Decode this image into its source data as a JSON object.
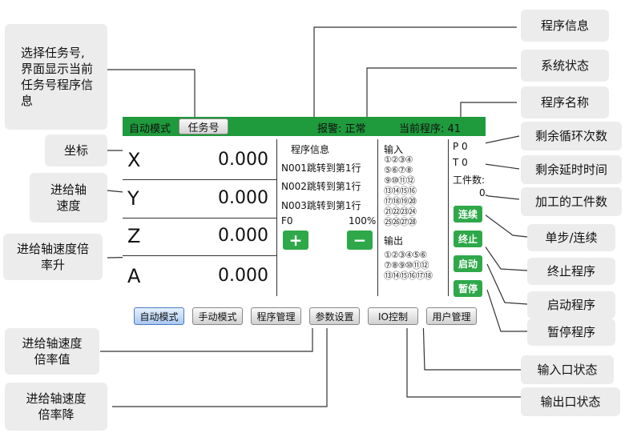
{
  "callouts": {
    "task_select": "选择任务号,界面显示当前任务号程序信息",
    "coordinates": "坐标",
    "feed_speed": "进给轴速度",
    "feed_ratio_up": "进给轴速度倍率升",
    "feed_ratio_value": "进给轴速度倍率值",
    "feed_ratio_down": "进给轴速度倍率降",
    "program_info": "程序信息",
    "system_status": "系统状态",
    "program_name": "程序名称",
    "remaining_cycles": "剩余循环次数",
    "remaining_delay": "剩余延时时间",
    "workpiece_count": "加工的工件数",
    "single_continuous": "单步/连续",
    "stop_program": "终止程序",
    "start_program": "启动程序",
    "pause_program": "暂停程序",
    "input_status": "输入口状态",
    "output_status": "输出口状态"
  },
  "hmi": {
    "status_bar": {
      "mode_label": "自动模式",
      "task_button": "任务号",
      "alarm": "报警: 正常",
      "current_program": "当前程序: 41"
    },
    "axes": [
      {
        "name": "X",
        "value": "0.000"
      },
      {
        "name": "Y",
        "value": "0.000"
      },
      {
        "name": "Z",
        "value": "0.000"
      },
      {
        "name": "A",
        "value": "0.000"
      }
    ],
    "program": {
      "title": "程序信息",
      "lines": [
        "N001跳转到第1行",
        "N002跳转到第1行",
        "N003跳转到第1行"
      ],
      "feed": "F0",
      "ratio": "100%",
      "plus": "+",
      "minus": "−"
    },
    "io": {
      "input_label": "输入",
      "input_rows": [
        "①②③④",
        "⑤⑥⑦⑧",
        "⑨⑩⑪⑫",
        "⑬⑭⑮⑯",
        "⑰⑱⑲⑳",
        "㉑㉒㉓㉔",
        "㉕㉖㉗㉘"
      ],
      "output_label": "输出",
      "output_rows": [
        "①②③④⑤⑥",
        "⑦⑧⑨⑩⑪⑫",
        "⑬⑭⑮⑯⑰⑱"
      ]
    },
    "right": {
      "p": "P 0",
      "t": "T 0",
      "workpiece_label": "工件数:",
      "workpiece_value": "0",
      "btn_continuous": "连续",
      "btn_stop": "终止",
      "btn_start": "启动",
      "btn_pause": "暂停"
    },
    "tabs": [
      "自动模式",
      "手动模式",
      "程序管理",
      "参数设置",
      "IO控制",
      "用户管理"
    ]
  },
  "colors": {
    "status_bar": "#1f9a3c",
    "button_green": "#2fa84a",
    "callout_bg": "#ececec"
  }
}
